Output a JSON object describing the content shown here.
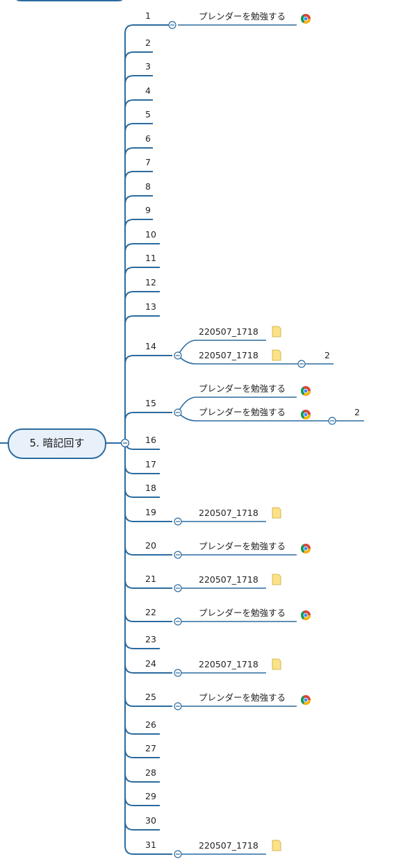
{
  "root": {
    "label": "5. 暗記回す"
  },
  "icons": {
    "chrome": "chrome-icon",
    "file": "file-icon",
    "collapse": "collapse-toggle-icon"
  },
  "colors": {
    "line": "#2a6a9e",
    "root_fill": "#e8f1fa",
    "root_border": "#2a6a9e"
  },
  "days": [
    {
      "num": "1",
      "children": [
        {
          "text": "プレンダーを勉強する",
          "icon": "chrome"
        }
      ]
    },
    {
      "num": "2",
      "children": []
    },
    {
      "num": "3",
      "children": []
    },
    {
      "num": "4",
      "children": []
    },
    {
      "num": "5",
      "children": []
    },
    {
      "num": "6",
      "children": []
    },
    {
      "num": "7",
      "children": []
    },
    {
      "num": "8",
      "children": []
    },
    {
      "num": "9",
      "children": []
    },
    {
      "num": "10",
      "children": []
    },
    {
      "num": "11",
      "children": []
    },
    {
      "num": "12",
      "children": []
    },
    {
      "num": "13",
      "children": []
    },
    {
      "num": "14",
      "children": [
        {
          "text": "220507_1718",
          "icon": "file"
        },
        {
          "text": "220507_1718",
          "icon": "file",
          "sub": "2"
        }
      ]
    },
    {
      "num": "15",
      "children": [
        {
          "text": "プレンダーを勉強する",
          "icon": "chrome"
        },
        {
          "text": "プレンダーを勉強する",
          "icon": "chrome",
          "sub": "2"
        }
      ]
    },
    {
      "num": "16",
      "children": []
    },
    {
      "num": "17",
      "children": []
    },
    {
      "num": "18",
      "children": []
    },
    {
      "num": "19",
      "children": [
        {
          "text": "220507_1718",
          "icon": "file"
        }
      ]
    },
    {
      "num": "20",
      "children": [
        {
          "text": "プレンダーを勉強する",
          "icon": "chrome"
        }
      ]
    },
    {
      "num": "21",
      "children": [
        {
          "text": "220507_1718",
          "icon": "file"
        }
      ]
    },
    {
      "num": "22",
      "children": [
        {
          "text": "プレンダーを勉強する",
          "icon": "chrome"
        }
      ]
    },
    {
      "num": "23",
      "children": []
    },
    {
      "num": "24",
      "children": [
        {
          "text": "220507_1718",
          "icon": "file"
        }
      ]
    },
    {
      "num": "25",
      "children": [
        {
          "text": "プレンダーを勉強する",
          "icon": "chrome"
        }
      ]
    },
    {
      "num": "26",
      "children": []
    },
    {
      "num": "27",
      "children": []
    },
    {
      "num": "28",
      "children": []
    },
    {
      "num": "29",
      "children": []
    },
    {
      "num": "30",
      "children": []
    },
    {
      "num": "31",
      "children": [
        {
          "text": "220507_1718",
          "icon": "file"
        }
      ]
    }
  ]
}
